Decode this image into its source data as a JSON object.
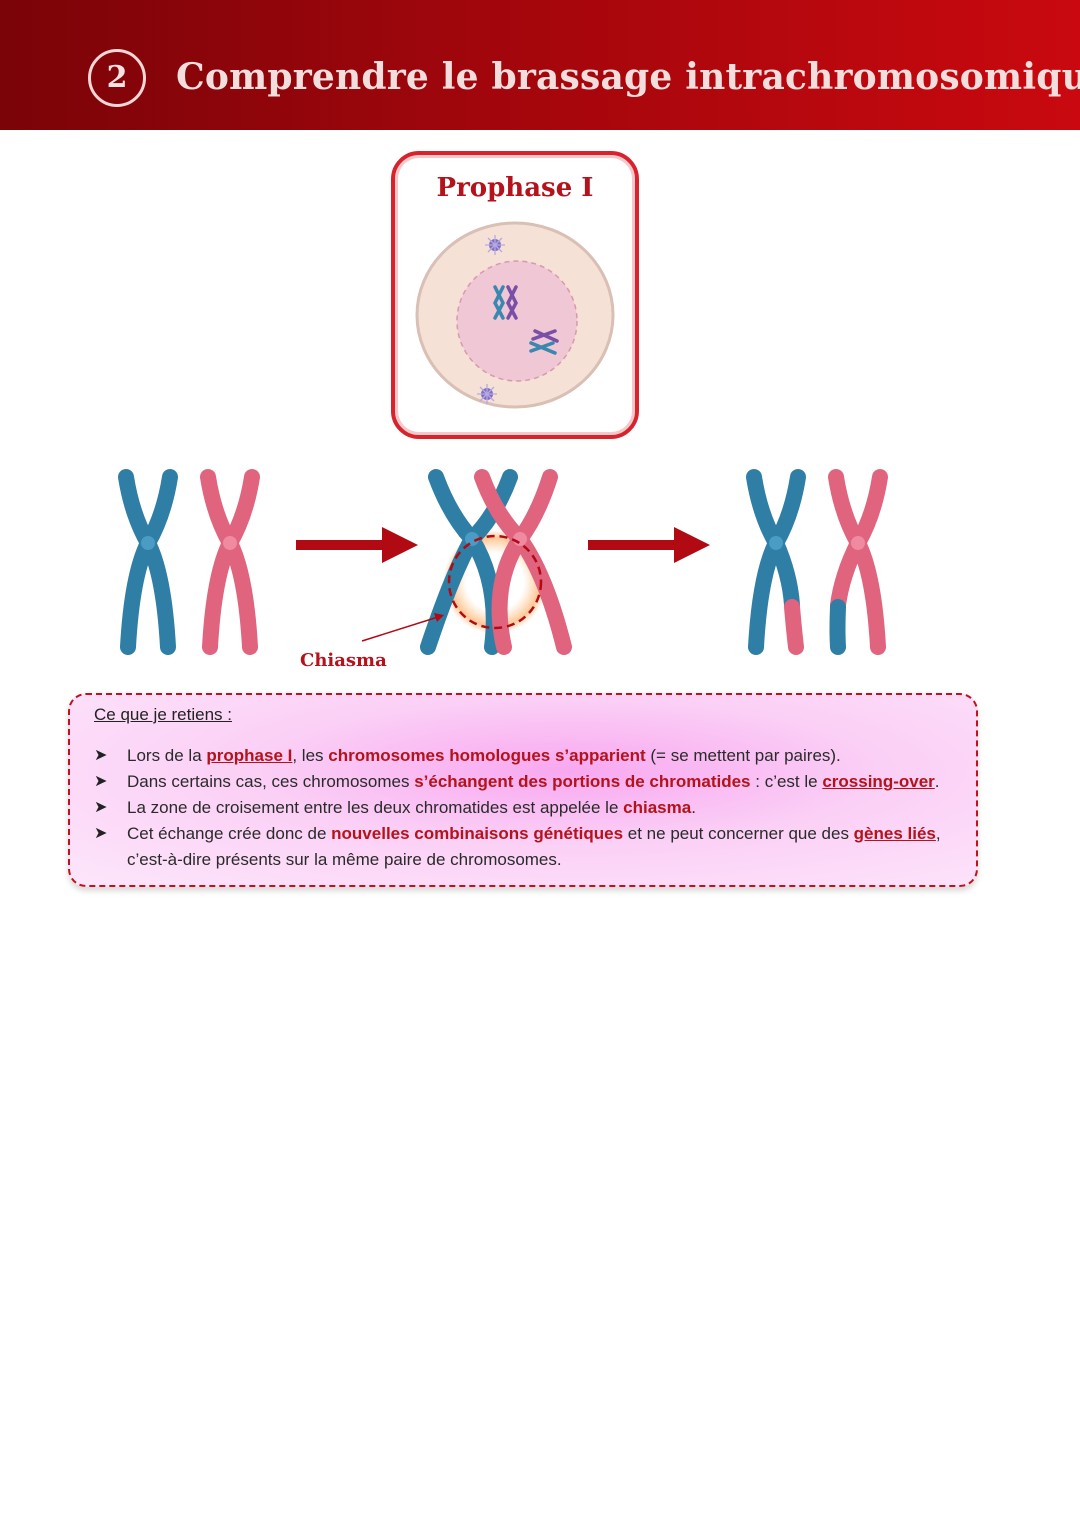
{
  "header": {
    "number": "2",
    "title": "Comprendre le brassage intrachromosomique"
  },
  "prophase": {
    "title": "Prophase I"
  },
  "diagram": {
    "chiasma_label": "Chiasma"
  },
  "retain": {
    "heading": "Ce que je retiens",
    "heading_colon": " :",
    "bullets": [
      {
        "parts": [
          {
            "t": "Lors de la ",
            "s": "plain"
          },
          {
            "t": "prophase I",
            "s": "red-ul"
          },
          {
            "t": ", les ",
            "s": "plain"
          },
          {
            "t": "chromosomes homologues s’apparient",
            "s": "red"
          },
          {
            "t": " (= se mettent par paires).",
            "s": "plain"
          }
        ]
      },
      {
        "parts": [
          {
            "t": "Dans certains cas, ces chromosomes ",
            "s": "plain"
          },
          {
            "t": "s’échangent des portions de chromatides",
            "s": "red"
          },
          {
            "t": " : c’est le ",
            "s": "plain"
          },
          {
            "t": "crossing-over",
            "s": "red-ul"
          },
          {
            "t": ".",
            "s": "plain"
          }
        ]
      },
      {
        "parts": [
          {
            "t": "La zone de croisement entre les deux chromatides est appelée le ",
            "s": "plain"
          },
          {
            "t": "chiasma",
            "s": "red"
          },
          {
            "t": ".",
            "s": "plain"
          }
        ]
      },
      {
        "parts": [
          {
            "t": "Cet échange crée donc de ",
            "s": "plain"
          },
          {
            "t": "nouvelles combinaisons génétiques",
            "s": "red"
          },
          {
            "t": " et ne peut concerner que des ",
            "s": "plain"
          },
          {
            "t": "gènes liés",
            "s": "red-ul"
          },
          {
            "t": ", c’est-à-dire présents sur la même paire de chromosomes.",
            "s": "plain"
          }
        ]
      }
    ]
  },
  "colors": {
    "header_dark": "#7a0408",
    "header_light": "#c9090f",
    "accent_red": "#b5121b",
    "chromosome_blue": "#2f7ea6",
    "chromosome_pink": "#e0647e",
    "box_pink": "#fbd0f6"
  },
  "icons": {
    "bullet": "arrowhead-bullet-icon",
    "arrow": "right-arrow-icon"
  }
}
